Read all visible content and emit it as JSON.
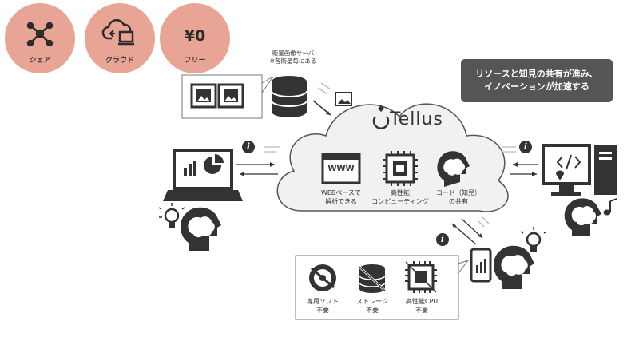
{
  "badges": [
    {
      "label": "シェア",
      "icon": "share-network-icon"
    },
    {
      "label": "クラウド",
      "icon": "cloud-sync-icon"
    },
    {
      "label": "フリー",
      "icon": "yen-sign",
      "glyph": "¥0"
    }
  ],
  "satellite_server": {
    "line1": "衛星画像サーバ",
    "line2": "※各衛星毎にある"
  },
  "callout": {
    "line1": "リソースと知見の共有が進み、",
    "line2": "イノベーションが加速する"
  },
  "cloud": {
    "brand": "Tellus",
    "features": [
      {
        "line1": "WEBベースで",
        "line2": "解析できる",
        "icon": "www-browser-icon",
        "www": "WWW"
      },
      {
        "line1": "高性能",
        "line2": "コンピューティング",
        "icon": "cpu-chip-icon"
      },
      {
        "line1": "コード（知見）",
        "line2": "の共有",
        "icon": "brain-head-icon"
      }
    ]
  },
  "benefits": [
    {
      "line1": "専用ソフト",
      "line2": "不要",
      "icon": "software-disc-icon"
    },
    {
      "line1": "ストレージ",
      "line2": "不要",
      "icon": "storage-database-icon"
    },
    {
      "line1": "高性能CPU",
      "line2": "不要",
      "icon": "cpu-chip-icon"
    }
  ],
  "info_glyph": "i",
  "colors": {
    "badge": "#e8a596",
    "dark": "#3a3a3a",
    "cloud": "#f1f1f1",
    "callout_bg": "#555555"
  }
}
